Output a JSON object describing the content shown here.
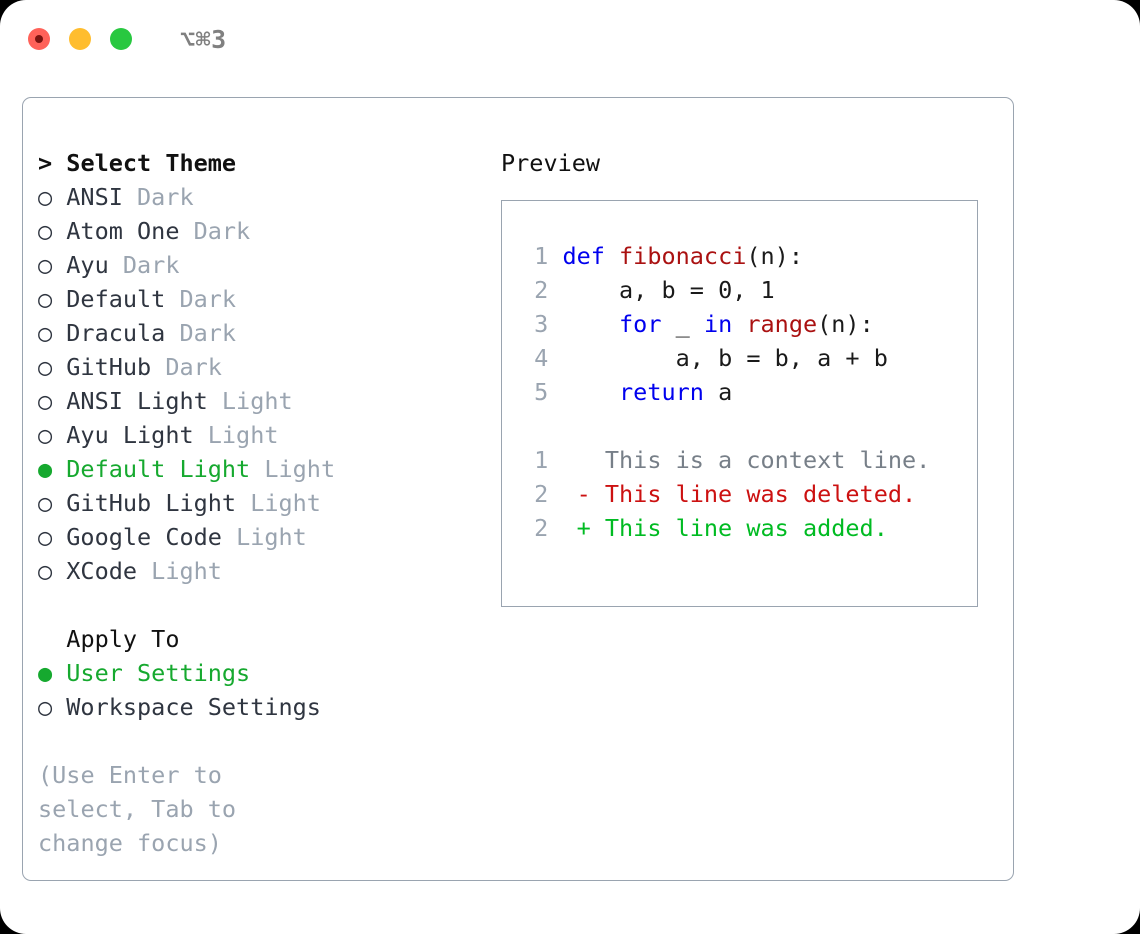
{
  "window": {
    "traffic_lights": [
      "close",
      "minimize",
      "zoom"
    ],
    "shortcut": "⌥⌘3",
    "accent_green": "#16a92f",
    "muted_gray": "#9aa4b0",
    "border_gray": "#9aa4b0"
  },
  "theme_list": {
    "header": "> Select Theme",
    "items": [
      {
        "marker": "○",
        "name": "ANSI",
        "suffix": "Dark",
        "selected": false
      },
      {
        "marker": "○",
        "name": "Atom One",
        "suffix": "Dark",
        "selected": false
      },
      {
        "marker": "○",
        "name": "Ayu",
        "suffix": "Dark",
        "selected": false
      },
      {
        "marker": "○",
        "name": "Default",
        "suffix": "Dark",
        "selected": false
      },
      {
        "marker": "○",
        "name": "Dracula",
        "suffix": "Dark",
        "selected": false
      },
      {
        "marker": "○",
        "name": "GitHub",
        "suffix": "Dark",
        "selected": false
      },
      {
        "marker": "○",
        "name": "ANSI Light",
        "suffix": "Light",
        "selected": false
      },
      {
        "marker": "○",
        "name": "Ayu Light",
        "suffix": "Light",
        "selected": false
      },
      {
        "marker": "●",
        "name": "Default Light",
        "suffix": "Light",
        "selected": true
      },
      {
        "marker": "○",
        "name": "GitHub Light",
        "suffix": "Light",
        "selected": false
      },
      {
        "marker": "○",
        "name": "Google Code",
        "suffix": "Light",
        "selected": false
      },
      {
        "marker": "○",
        "name": "XCode",
        "suffix": "Light",
        "selected": false
      }
    ]
  },
  "apply_to": {
    "header": "  Apply To",
    "items": [
      {
        "marker": "●",
        "name": "User Settings",
        "selected": true
      },
      {
        "marker": "○",
        "name": "Workspace Settings",
        "selected": false
      }
    ]
  },
  "hint": "(Use Enter to select, Tab to change focus)",
  "preview": {
    "title": "Preview",
    "code_lines": [
      {
        "number": "1",
        "tokens": [
          {
            "text": "def ",
            "type": "kw"
          },
          {
            "text": "fibonacci",
            "type": "fn"
          },
          {
            "text": "(n):",
            "type": "plain"
          }
        ]
      },
      {
        "number": "2",
        "tokens": [
          {
            "text": "    a, b = 0, 1",
            "type": "plain"
          }
        ]
      },
      {
        "number": "3",
        "tokens": [
          {
            "text": "    ",
            "type": "plain"
          },
          {
            "text": "for",
            "type": "kw"
          },
          {
            "text": " _ ",
            "type": "plain"
          },
          {
            "text": "in",
            "type": "kw"
          },
          {
            "text": " ",
            "type": "plain"
          },
          {
            "text": "range",
            "type": "fn"
          },
          {
            "text": "(n):",
            "type": "plain"
          }
        ]
      },
      {
        "number": "4",
        "tokens": [
          {
            "text": "        a, b = b, a + b",
            "type": "plain"
          }
        ]
      },
      {
        "number": "5",
        "tokens": [
          {
            "text": "    ",
            "type": "plain"
          },
          {
            "text": "return",
            "type": "kw"
          },
          {
            "text": " a",
            "type": "plain"
          }
        ]
      }
    ],
    "diff_lines": [
      {
        "number": "1",
        "mark": " ",
        "text": "This is a context line.",
        "kind": "context"
      },
      {
        "number": "2",
        "mark": "-",
        "text": "This line was deleted.",
        "kind": "deleted"
      },
      {
        "number": "2",
        "mark": "+",
        "text": "This line was added.",
        "kind": "added"
      }
    ]
  }
}
